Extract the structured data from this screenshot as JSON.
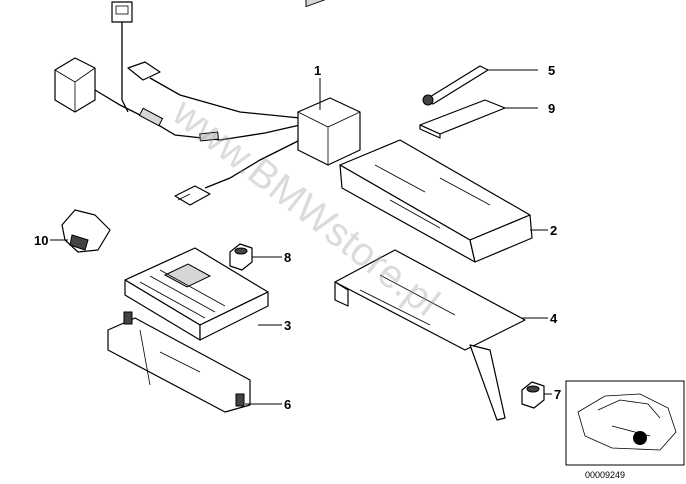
{
  "callouts": [
    "1",
    "2",
    "3",
    "4",
    "5",
    "6",
    "7",
    "8",
    "9",
    "10"
  ],
  "watermark": "www.BMWstore.pl",
  "reference_number": "00009249"
}
